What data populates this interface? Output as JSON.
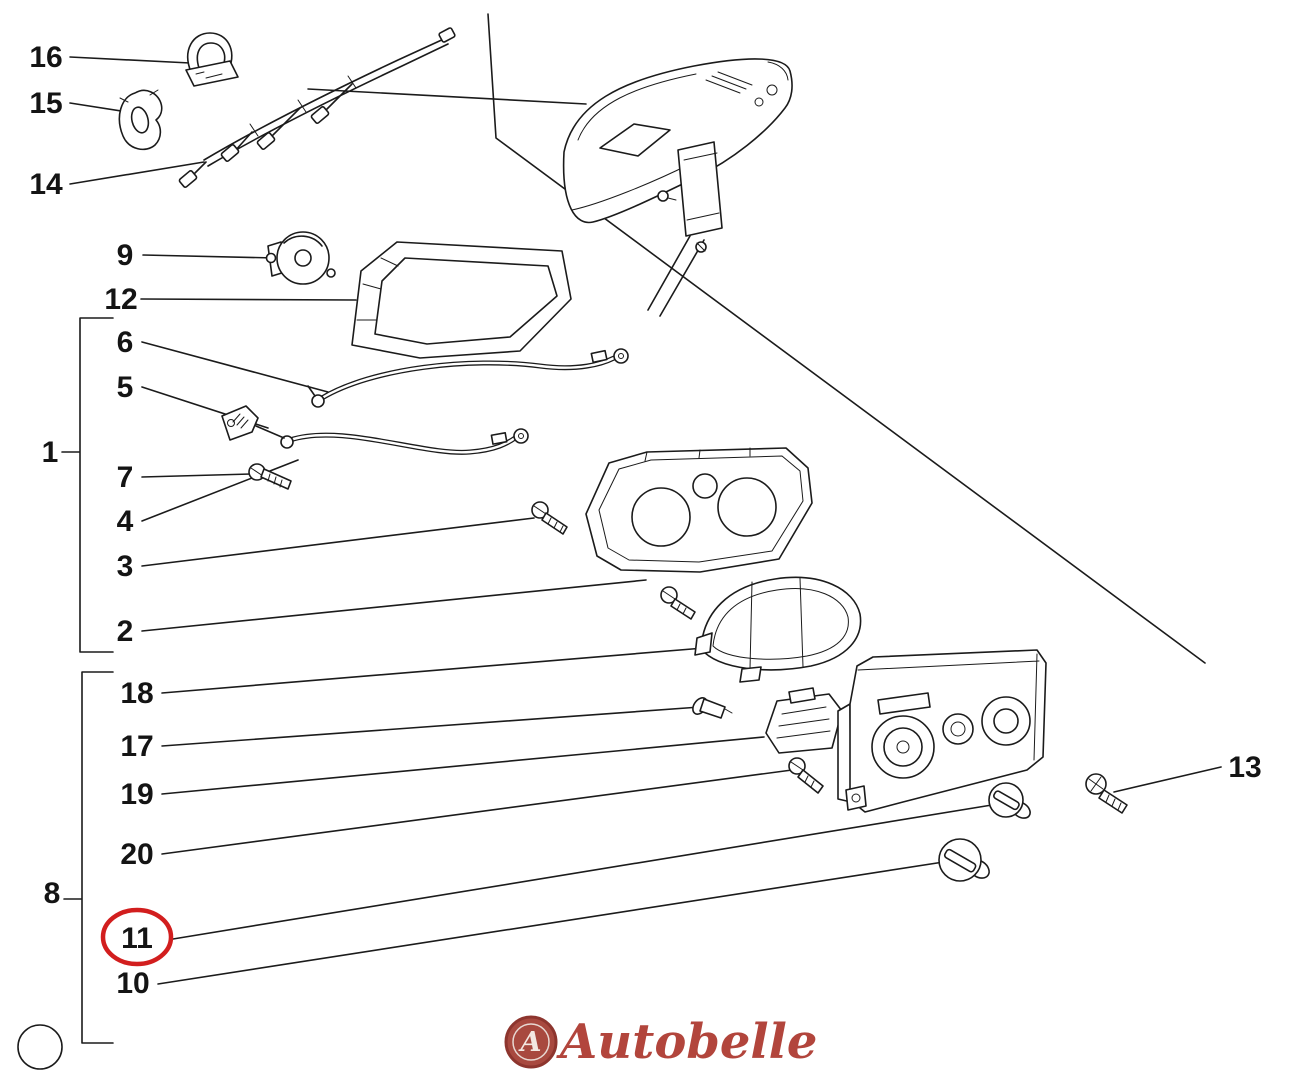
{
  "diagram": {
    "line_color": "#1b1b1b",
    "highlight_color": "#d21e1e",
    "highlighted_callout": "11",
    "callouts": {
      "c1": "1",
      "c2": "2",
      "c3": "3",
      "c4": "4",
      "c5": "5",
      "c6": "6",
      "c7": "7",
      "c8": "8",
      "c9": "9",
      "c10": "10",
      "c11": "11",
      "c12": "12",
      "c13": "13",
      "c14": "14",
      "c15": "15",
      "c16": "16",
      "c17": "17",
      "c18": "18",
      "c19": "19",
      "c20": "20"
    }
  },
  "watermark": {
    "logo_letter": "A",
    "brand": "Autobelle",
    "color": "#b2453c"
  }
}
